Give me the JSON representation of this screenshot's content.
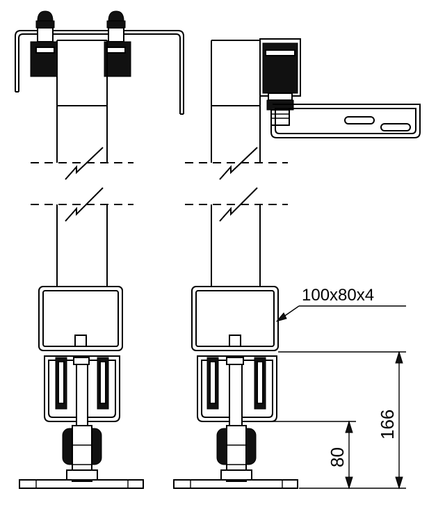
{
  "drawing": {
    "profile_label": "100x80x4",
    "dimension_total": "166",
    "dimension_lower": "80",
    "colors": {
      "line": "#000000",
      "background": "#ffffff"
    }
  }
}
